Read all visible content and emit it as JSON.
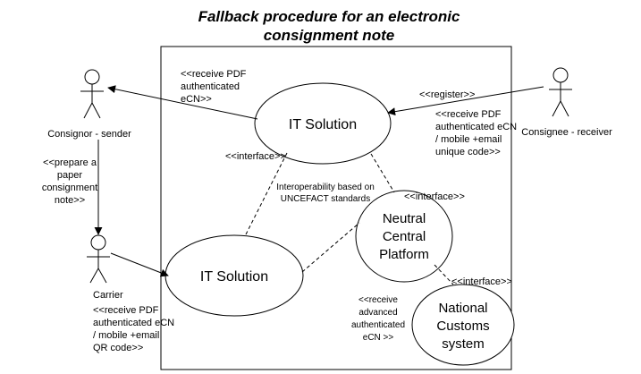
{
  "title_lines": [
    "Fallback procedure for an electronic",
    "consignment note"
  ],
  "actors": {
    "consignor": "Consignor - sender",
    "consignee": "Consignee - receiver",
    "carrier": "Carrier"
  },
  "use_cases": {
    "it_solution_top": "IT Solution",
    "it_solution_bottom": "IT Solution",
    "neutral_platform": [
      "Neutral",
      "Central",
      "Platform"
    ],
    "national_customs": [
      "National",
      "Customs",
      "system"
    ]
  },
  "labels": {
    "receive_pdf_top": [
      "<<receive PDF",
      "authenticated",
      "eCN>>"
    ],
    "register": "<<register>>",
    "receive_pdf_right": [
      "<<receive PDF",
      "authenticated eCN",
      "/ mobile +email",
      "unique code>>"
    ],
    "interface_top": "<<interface>>",
    "prepare_paper": [
      "<<prepare a",
      "paper",
      "consignment",
      "note>>"
    ],
    "interoperability": [
      "Interoperability based on",
      "UNCEFACT standards"
    ],
    "interface_mid": "<<interface>>",
    "interface_low": "<<interface>>",
    "receive_pdf_carrier": [
      "<<receive PDF",
      "authenticated eCN",
      "/ mobile +email",
      "QR code>>"
    ],
    "receive_advanced": [
      "<<receive",
      "advanced",
      "authenticated",
      "eCN >>"
    ]
  }
}
